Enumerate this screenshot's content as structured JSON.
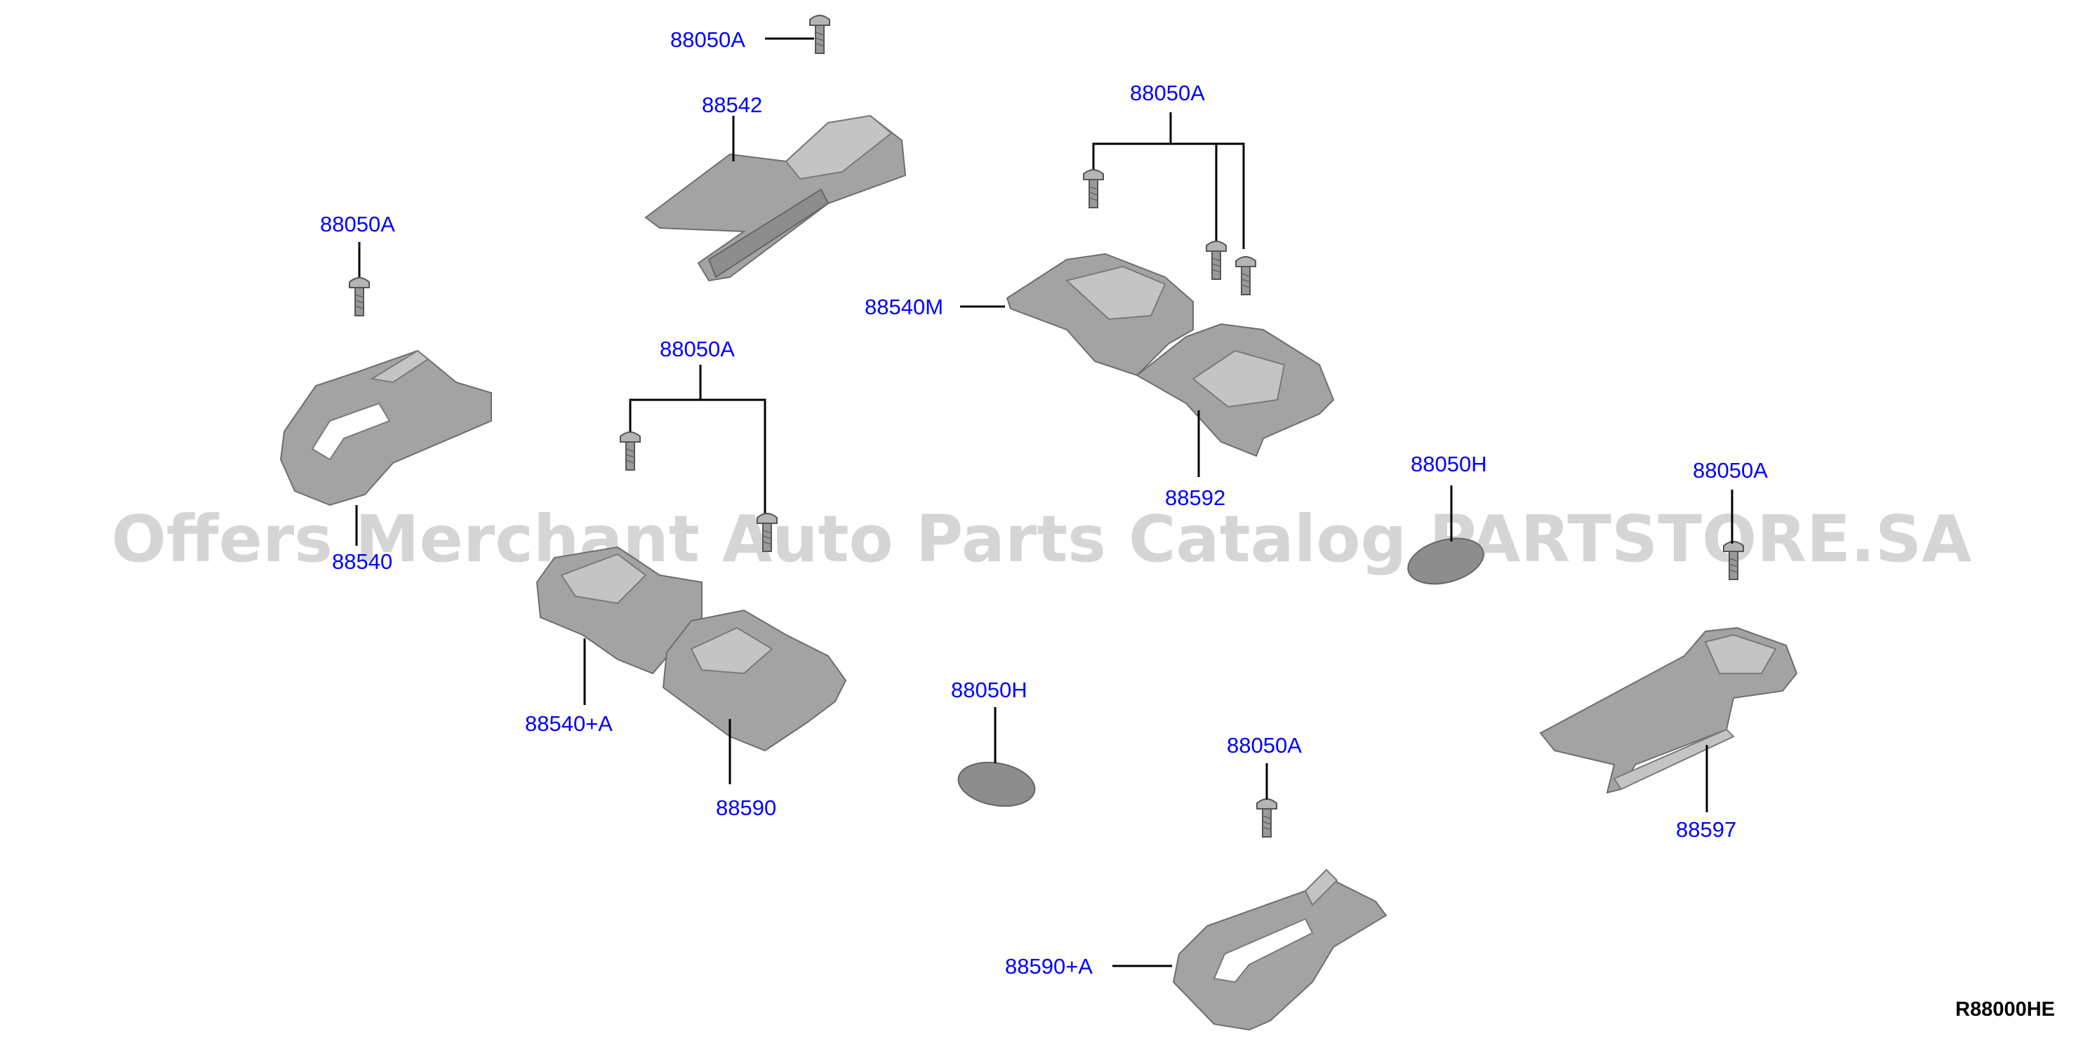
{
  "diagram": {
    "code": "R88000HE",
    "watermark": "Offers Merchant Auto Parts Catalog PARTSTORE.SA",
    "labels": {
      "bolt_top": "88050A",
      "part_88542": "88542",
      "bolt_group_right": "88050A",
      "part_88540M": "88540M",
      "bolt_left": "88050A",
      "part_88540": "88540",
      "bolt_group_center": "88050A",
      "part_88592": "88592",
      "cap_right": "88050H",
      "bolt_far_right": "88050A",
      "part_88540A": "88540+A",
      "part_88590": "88590",
      "cap_center": "88050H",
      "bolt_bottom": "88050A",
      "part_88597": "88597",
      "part_88590A": "88590+A"
    }
  }
}
